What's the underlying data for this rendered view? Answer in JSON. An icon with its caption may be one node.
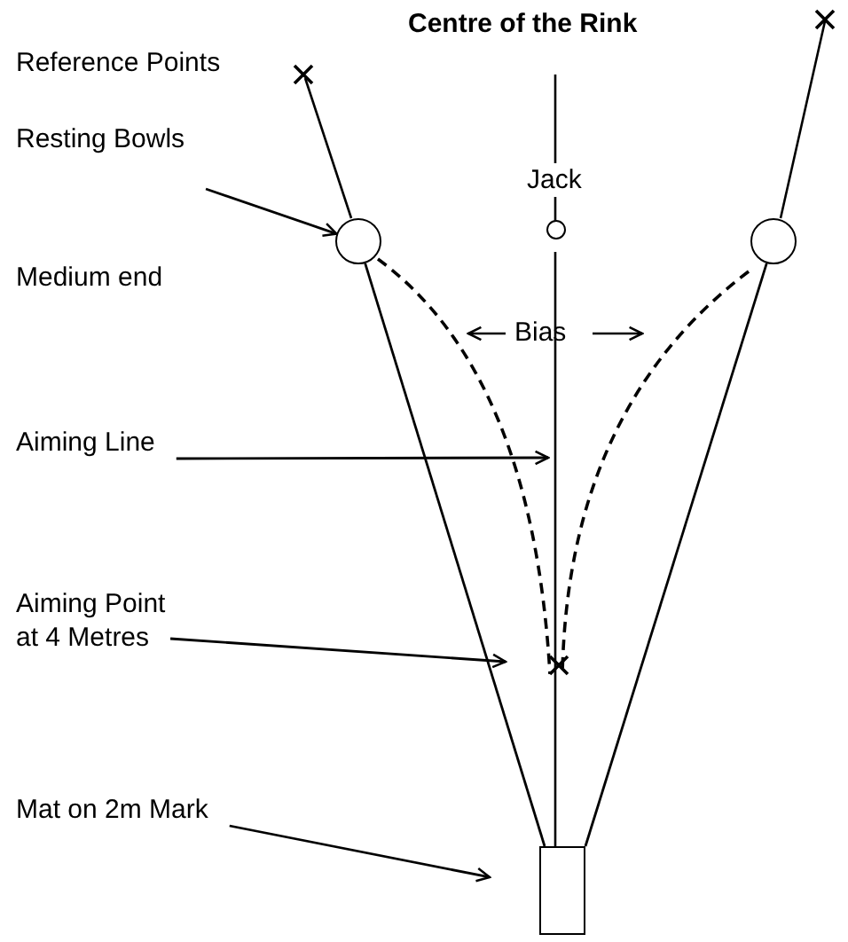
{
  "diagram": {
    "nodes": [
      {
        "text": [
          "Resting Bowls"
        ]
      },
      {
        "text": [],
        "shape": "circle"
      },
      {
        "text": [
          "Jack"
        ]
      },
      {
        "text": [],
        "shape": "circle"
      },
      {
        "text": [
          "Aiming Line"
        ]
      },
      {
        "text": [
          "Aiming Point at 4 Metres"
        ]
      },
      {
        "text": [
          "Mat on 2m Mark"
        ]
      },
      {
        "text": [],
        "shape": "box"
      }
    ],
    "edges": [
      {
        "from": 0,
        "to": 1,
        "arrow": "to"
      },
      {
        "from": 4,
        "to": null,
        "arrow": "to"
      },
      {
        "from": 5,
        "to": null,
        "arrow": "to"
      },
      {
        "from": 6,
        "to": 7,
        "arrow": "to"
      },
      {
        "from": 7,
        "to": 1,
        "arrow": "none"
      },
      {
        "from": 7,
        "to": 3,
        "arrow": "none"
      }
    ],
    "labels": [
      "Centre of the Rink",
      "Reference Points",
      "Medium end",
      "Bias"
    ]
  }
}
